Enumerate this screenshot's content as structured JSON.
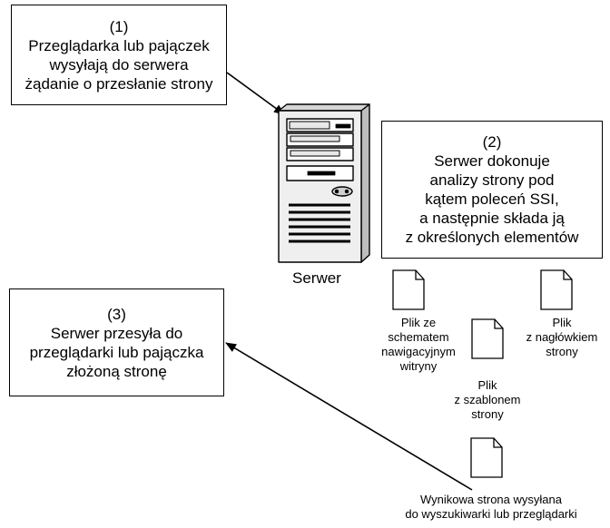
{
  "step1": {
    "number": "(1)",
    "lines": [
      "Przeglądarka lub pajączek",
      "wysyłają do serwera",
      "żądanie o przesłanie strony"
    ]
  },
  "step2": {
    "number": "(2)",
    "lines": [
      "Serwer dokonuje",
      "analizy strony pod",
      "kątem poleceń SSI,",
      "a następnie składa ją",
      "z określonych elementów"
    ]
  },
  "step3": {
    "number": "(3)",
    "lines": [
      "Serwer przesyła do",
      "przeglądarki lub pajączka",
      "złożoną stronę"
    ]
  },
  "server": {
    "label": "Serwer",
    "icon": "server-tower-icon"
  },
  "files": {
    "navigation": {
      "icon": "document-icon",
      "lines": [
        "Plik ze",
        "schematem",
        "nawigacyjnym",
        "witryny"
      ]
    },
    "header": {
      "icon": "document-icon",
      "lines": [
        "Plik",
        "z nagłówkiem",
        "strony"
      ]
    },
    "template": {
      "icon": "document-icon",
      "lines": [
        "Plik",
        "z szablonem",
        "strony"
      ]
    },
    "result": {
      "icon": "document-icon",
      "lines": [
        "Wynikowa strona wysyłana",
        "do wyszukiwarki lub przeglądarki"
      ]
    }
  },
  "colors": {
    "stroke": "#000000",
    "server_body": "#efefef",
    "server_shade": "#bdbdbd",
    "background": "#ffffff"
  }
}
